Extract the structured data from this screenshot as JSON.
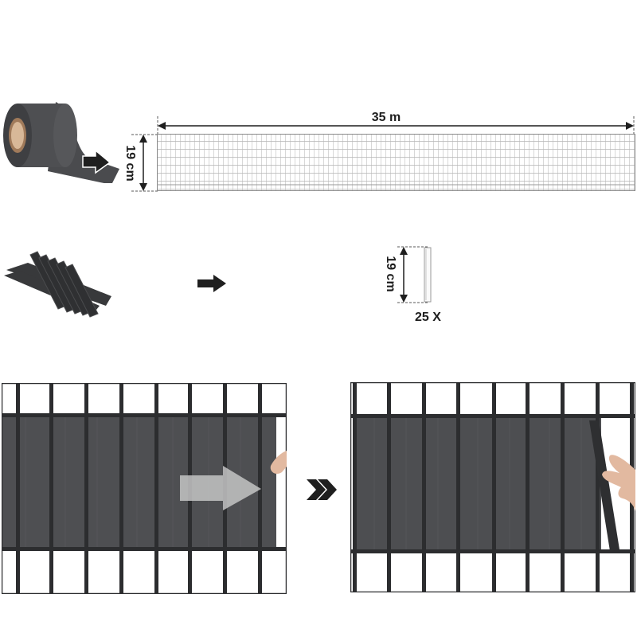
{
  "colors": {
    "background": "#ffffff",
    "product_gray": "#4a4b4e",
    "product_dark": "#3a3b3e",
    "strip_dark": "#2e2f31",
    "fence_frame": "#2c2d2f",
    "screen_fill": "#525356",
    "arrow_black": "#1f1f1f",
    "arrow_overlay": "#b9b9b9",
    "grid_line": "#bdbdbd",
    "skin": "#e2b9a0"
  },
  "row1": {
    "roll_icon": "privacy-screen-roll",
    "arrow_icon": "arrow-right",
    "height_label": "19 cm",
    "length_label": "35 m",
    "grid": {
      "columns": 120,
      "rows": 7
    }
  },
  "row2": {
    "clips_icon": "fixing-clips-bundle",
    "arrow_icon": "arrow-right",
    "height_label": "19 cm",
    "quantity_label": "25 X"
  },
  "row3": {
    "step1": {
      "illustration": "weave-strip-through-fence",
      "overlay_arrow": "arrow-right"
    },
    "transition_icon": "double-chevron-right",
    "step2": {
      "illustration": "attach-clip-to-strip-end"
    }
  }
}
